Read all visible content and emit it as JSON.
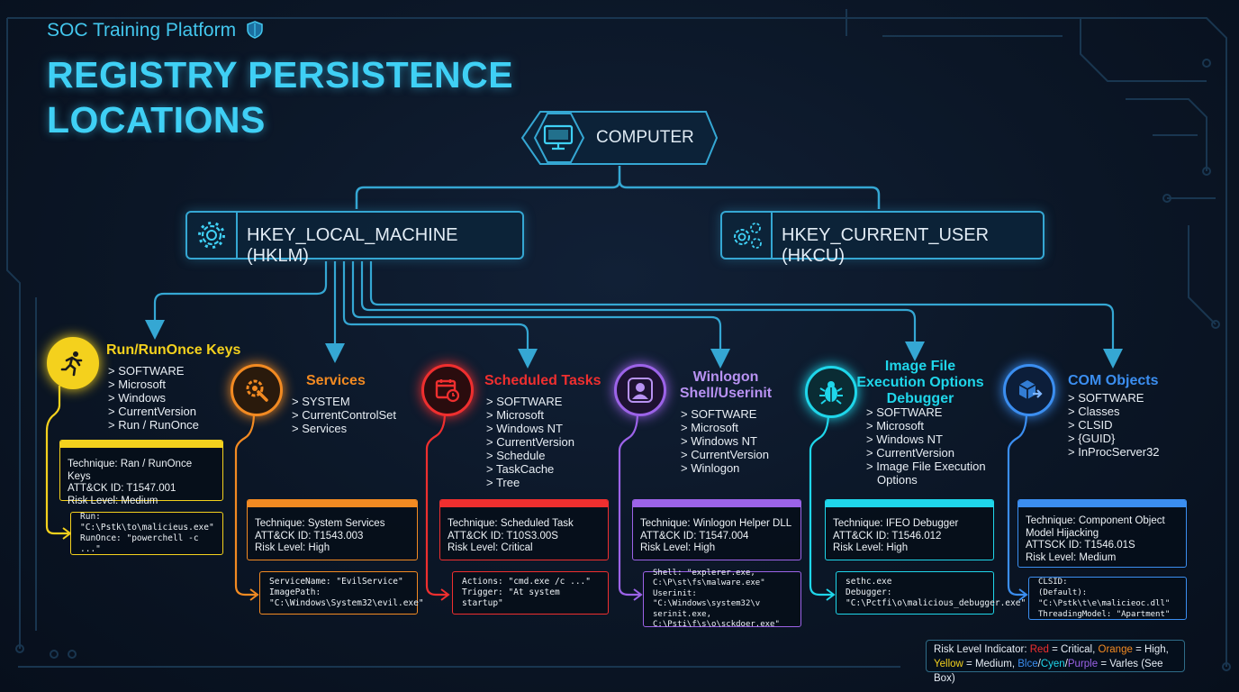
{
  "header": {
    "brand": "SOC Training Platform",
    "title_line1": "REGISTRY PERSISTENCE",
    "title_line2": "LOCATIONS"
  },
  "root": {
    "label": "COMPUTER",
    "icon": "monitor-icon"
  },
  "hives": [
    {
      "label": "HKEY_LOCAL_MACHINE (HKLM)",
      "icon": "gear-icon"
    },
    {
      "label": "HKEY_CURRENT_USER (HKCU)",
      "icon": "gears-icon"
    }
  ],
  "colors": {
    "yellow": "#f4d11d",
    "orange": "#f28a22",
    "red": "#ef2f2f",
    "purple": "#9c63e8",
    "cyan": "#1fd6ea",
    "blue": "#3b8ef0",
    "accent": "#3fd0f5"
  },
  "locations": [
    {
      "title": "Run/RunOnce Keys",
      "icon": "running-person-icon",
      "color": "#f4d11d",
      "path": [
        "SOFTWARE",
        "Microsoft",
        "Windows",
        "CurrentVersion",
        "Run / RunOnce"
      ],
      "technique": [
        "Technique: Ran / RunOnce Keys",
        "ATT&CK ID: T1547.001",
        "Risk Level: Medium"
      ],
      "example": [
        "Run: \"C:\\Pstk\\to\\malicieus.exe\"",
        "RunOnce: \"powerchell -c ...\""
      ]
    },
    {
      "title": "Services",
      "icon": "gear-wrench-icon",
      "color": "#f28a22",
      "path": [
        "SYSTEM",
        "CurrentControlSet",
        "Services"
      ],
      "technique": [
        "Technique: System Services",
        "ATT&CK ID: T1543.003",
        "Risk Level: High"
      ],
      "example": [
        "ServiceName: \"EvilService\"",
        "ImagePath:",
        "\"C:\\Windows\\System32\\evil.exe\""
      ]
    },
    {
      "title": "Scheduled Tasks",
      "icon": "calendar-clock-icon",
      "color": "#ef2f2f",
      "path": [
        "SOFTWARE",
        "Microsoft",
        "Windows NT",
        "CurrentVersion",
        "Schedule",
        "TaskCache",
        "Tree"
      ],
      "technique": [
        "Technique: Scheduled Task",
        "ATT&CK ID: T10S3.00S",
        "Risk Level: Critical"
      ],
      "example": [
        "Actions: \"cmd.exe /c ...\"",
        "Trigger: \"At system startup\""
      ]
    },
    {
      "title": "Winlogon Shell/Userinit",
      "icon": "user-icon",
      "color": "#9c63e8",
      "path": [
        "SOFTWARE",
        "Microsoft",
        "Windows NT",
        "CurrentVersion",
        "Winlogon"
      ],
      "technique": [
        "Technique: Winlogon Helper DLL",
        "ATT&CK ID: T1547.004",
        "Risk Level: High"
      ],
      "example": [
        "Shell: \"explerer.exe,",
        "C:\\P\\st\\fs\\malware.exe\"",
        "Userinit: \"C:\\Windows\\system32\\v",
        "serinit.exe, C:\\Psti\\f\\s\\o\\sckdoer.exe\""
      ]
    },
    {
      "title": "Image File Execution Options Debugger",
      "icon": "bug-icon",
      "color": "#1fd6ea",
      "path": [
        "SOFTWARE",
        "Microsoft",
        "Windows NT",
        "CurrentVersion",
        "Image File Execution Options"
      ],
      "technique": [
        "Technique: IFEO Debugger",
        "ATT&CK ID: T1546.012",
        "Risk Level: High"
      ],
      "example": [
        "sethc.exe",
        "Debugger:",
        "\"C:\\Pctfi\\o\\malicious_debugger.exe\""
      ]
    },
    {
      "title": "COM Objects",
      "icon": "package-arrow-icon",
      "color": "#3b8ef0",
      "path": [
        "SOFTWARE",
        "Classes",
        "CLSID",
        "{GUID}",
        "InProcServer32"
      ],
      "technique": [
        "Technique: Component Object Model Hijacking",
        "ATTSCK ID: T1546.01S",
        "Risk Level: Medium"
      ],
      "example": [
        "CLSID:",
        "(Default): \"C:\\Pstk\\t\\e\\malicieoc.dll\"",
        "ThreadingModel: \"Apartment\""
      ]
    }
  ],
  "legend": {
    "prefix": "Risk Level Indicator:",
    "red": "Red",
    "red_text": "= Critical,",
    "orange": "Orange",
    "orange_text": "= High,",
    "yellow": "Yellow",
    "yellow_text": "= Medium,",
    "blue": "Blce",
    "cyan": "Cyen",
    "purple": "Purple",
    "end_text": "= Varles (See Box)"
  }
}
